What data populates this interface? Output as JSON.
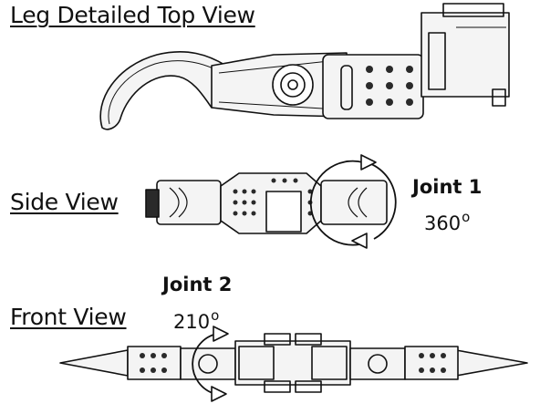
{
  "headings": {
    "top": "Leg Detailed Top View",
    "side": "Side View",
    "front": "Front View"
  },
  "joints": [
    {
      "name": "Joint 1",
      "angle": "360",
      "unit": "o"
    },
    {
      "name": "Joint 2",
      "angle": "210",
      "unit": "o"
    }
  ],
  "colors": {
    "ink": "#111111",
    "fill_light": "#f4f4f4",
    "fill_dark": "#2a2a2a"
  }
}
